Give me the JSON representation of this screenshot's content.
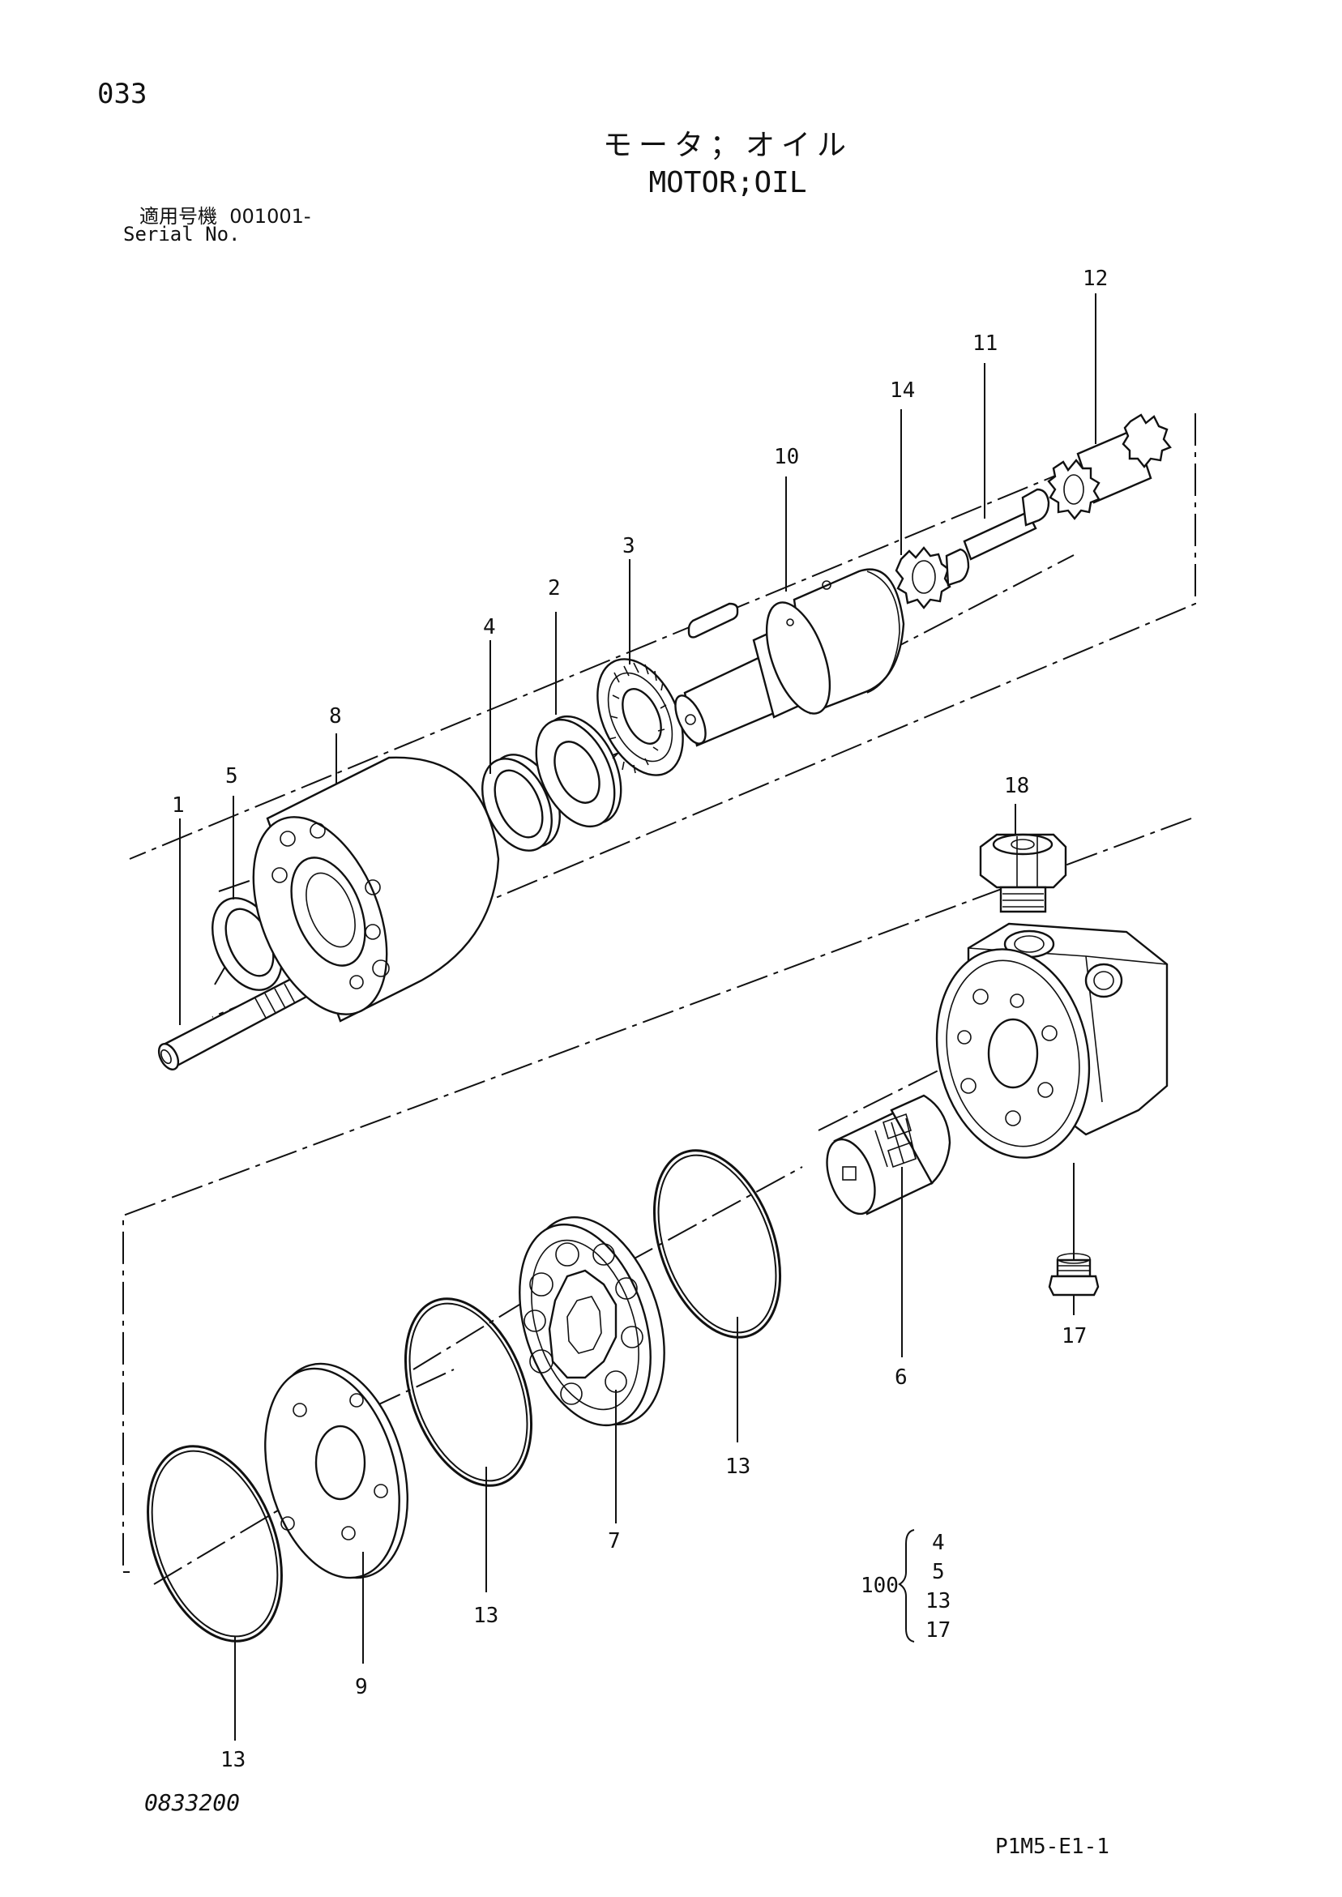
{
  "page_number": "033",
  "title_jp": "モータ；オイル",
  "title_en": "MOTOR;OIL",
  "serial_label_jp": "適用号機",
  "serial_value": "001001-",
  "serial_label_en": "Serial No.",
  "doc_code": "0833200",
  "ref_code": "P1M5-E1-1",
  "callouts": [
    "1",
    "2",
    "3",
    "4",
    "5",
    "6",
    "7",
    "8",
    "9",
    "10",
    "11",
    "12",
    "13",
    "13",
    "13",
    "13",
    "14",
    "17",
    "18"
  ],
  "kit": {
    "number": "100",
    "items": [
      "4",
      "5",
      "13",
      "17"
    ]
  }
}
